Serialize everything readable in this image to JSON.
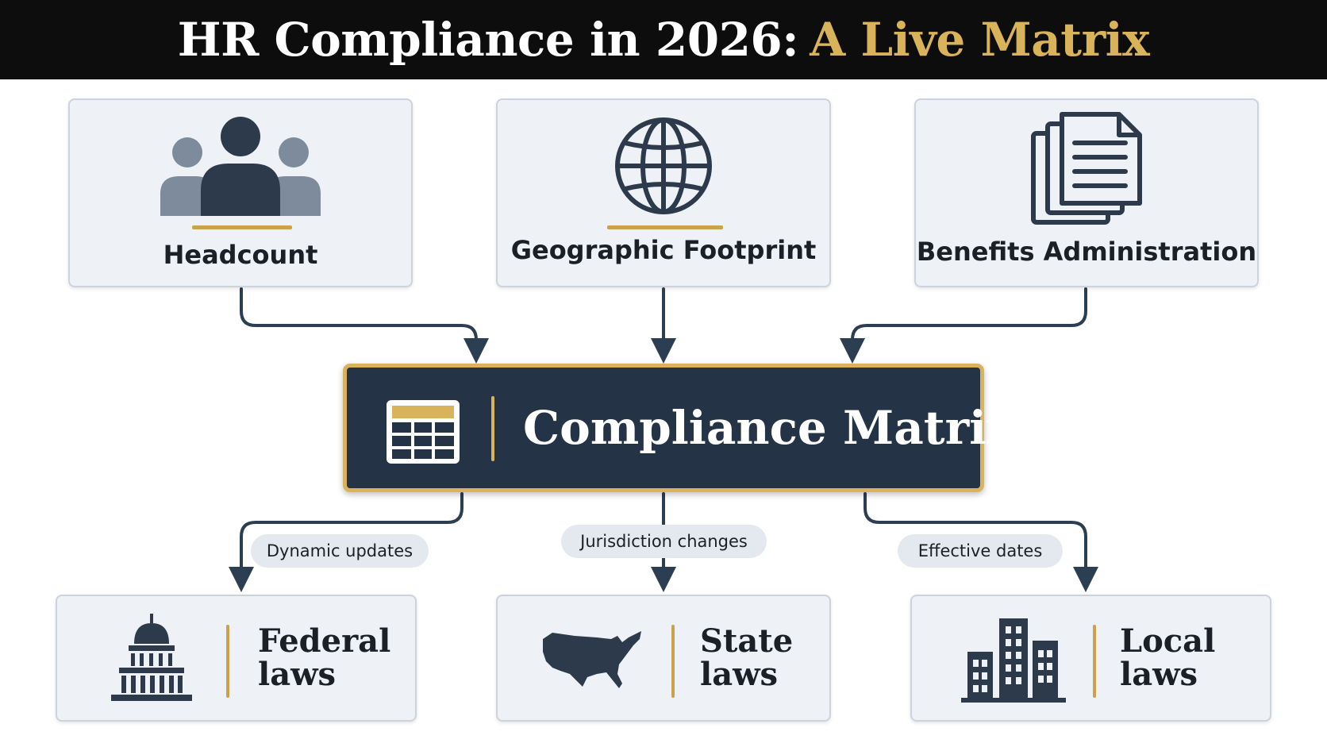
{
  "title": {
    "part1": "HR Compliance in 2026:",
    "part2": "A Live Matrix"
  },
  "inputs": [
    {
      "label": "Headcount",
      "icon": "people-group-icon"
    },
    {
      "label": "Geographic Footprint",
      "icon": "globe-icon"
    },
    {
      "label": "Benefits Administration",
      "icon": "documents-icon"
    }
  ],
  "center": {
    "label": "Compliance Matrix",
    "icon": "table-grid-icon"
  },
  "edge_labels": [
    "Dynamic updates",
    "Jurisdiction changes",
    "Effective dates"
  ],
  "outputs": [
    {
      "line1": "Federal",
      "line2": "laws",
      "icon": "capitol-building-icon"
    },
    {
      "line1": "State",
      "line2": "laws",
      "icon": "us-map-icon"
    },
    {
      "line1": "Local",
      "line2": "laws",
      "icon": "city-buildings-icon"
    }
  ],
  "colors": {
    "title_bg": "#0d0d0d",
    "gold": "#d9b35a",
    "navy": "#243446",
    "card_bg": "#eef1f5"
  }
}
